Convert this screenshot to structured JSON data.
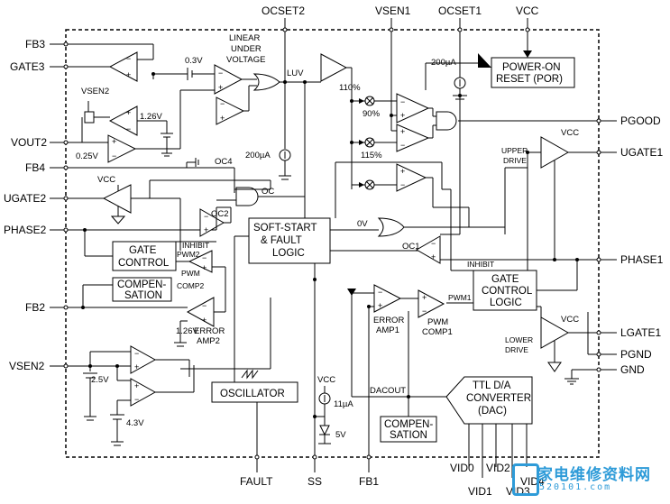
{
  "pins": {
    "ocset2": "OCSET2",
    "vsen1": "VSEN1",
    "ocset1": "OCSET1",
    "vcc": "VCC",
    "fb3": "FB3",
    "gate3": "GATE3",
    "vout2": "VOUT2",
    "fb4": "FB4",
    "ugate2": "UGATE2",
    "phase2": "PHASE2",
    "fb2": "FB2",
    "vsen2": "VSEN2",
    "pgood": "PGOOD",
    "ugate1": "UGATE1",
    "phase1": "PHASE1",
    "lgate1": "LGATE1",
    "pgnd": "PGND",
    "gnd": "GND",
    "fault": "FAULT",
    "ss": "SS",
    "fb1": "FB1",
    "vid0": "VID0",
    "vid1": "VID1",
    "vid2": "VID2",
    "vid3": "VID3",
    "vid4": "VID4"
  },
  "blocks": {
    "linear_uv": [
      "LINEAR",
      "UNDER",
      "VOLTAGE"
    ],
    "power_on_reset": [
      "POWER-ON",
      "RESET (POR)"
    ],
    "soft_start": [
      "SOFT-START",
      "& FAULT",
      "LOGIC"
    ],
    "gate_control_2": [
      "GATE",
      "CONTROL"
    ],
    "compensation_2": [
      "COMPEN-",
      "SATION"
    ],
    "gate_control_1": [
      "GATE",
      "CONTROL",
      "LOGIC"
    ],
    "oscillator": "OSCILLATOR",
    "compensation_1": [
      "COMPEN-",
      "SATION"
    ],
    "dac": [
      "TTL D/A",
      "CONVERTER",
      "(DAC)"
    ]
  },
  "labels": {
    "v03": "0.3V",
    "luv": "LUV",
    "vsen2_int": "VSEN2",
    "v126a": "1.26V",
    "v025": "0.25V",
    "oc4": "OC4",
    "oc": "OC",
    "oc2": "OC2",
    "vcc_int": "VCC",
    "inhibit2": "INHIBIT",
    "pwm2": "PWM2",
    "pwm": "PWM",
    "comp2": "COMP2",
    "v126b": "1.26V",
    "error": "ERROR",
    "amp2": "AMP2",
    "i200a": "200µA",
    "i200b": "200µA",
    "p110": "110%",
    "p90": "90%",
    "p115": "115%",
    "upper": "UPPER",
    "drive": "DRIVE",
    "v0": "0V",
    "oc1": "OC1",
    "inhibit1": "INHIBIT",
    "pwm1": "PWM1",
    "error1": "ERROR",
    "amp1": "AMP1",
    "pwm_c1": "PWM",
    "comp1": "COMP1",
    "lower": "LOWER",
    "drive2": "DRIVE",
    "v25": "2.5V",
    "v43": "4.3V",
    "vcc_ss": "VCC",
    "i11": "11µA",
    "v5": "5V",
    "dacout": "DACOUT",
    "vcc_ug": "VCC",
    "vcc_lg": "VCC"
  },
  "watermark": {
    "main": "家电维修资料网",
    "sub": "520101.com"
  },
  "colors": {
    "watermark": "#2e9bd8",
    "line": "#000000"
  }
}
